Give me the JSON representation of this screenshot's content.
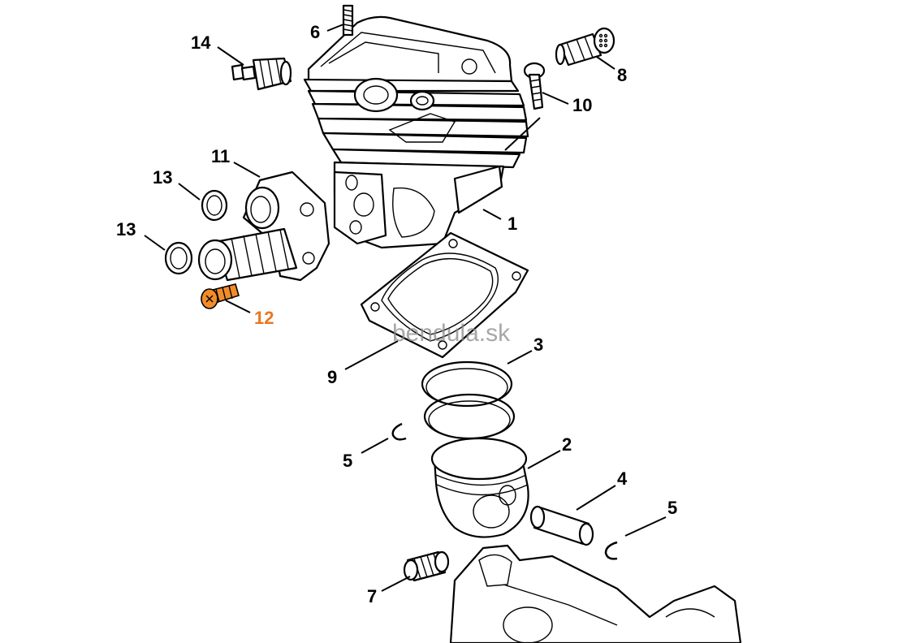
{
  "watermark": "bendula.sk",
  "highlight_color": "#f28c28",
  "label_color": "#000000",
  "highlighted_label_color": "#e87722",
  "labels": {
    "l1": "1",
    "l2": "2",
    "l3": "3",
    "l4": "4",
    "l5a": "5",
    "l5b": "5",
    "l6": "6",
    "l7": "7",
    "l8": "8",
    "l9": "9",
    "l10": "10",
    "l11": "11",
    "l12": "12",
    "l13a": "13",
    "l13b": "13",
    "l14": "14"
  }
}
